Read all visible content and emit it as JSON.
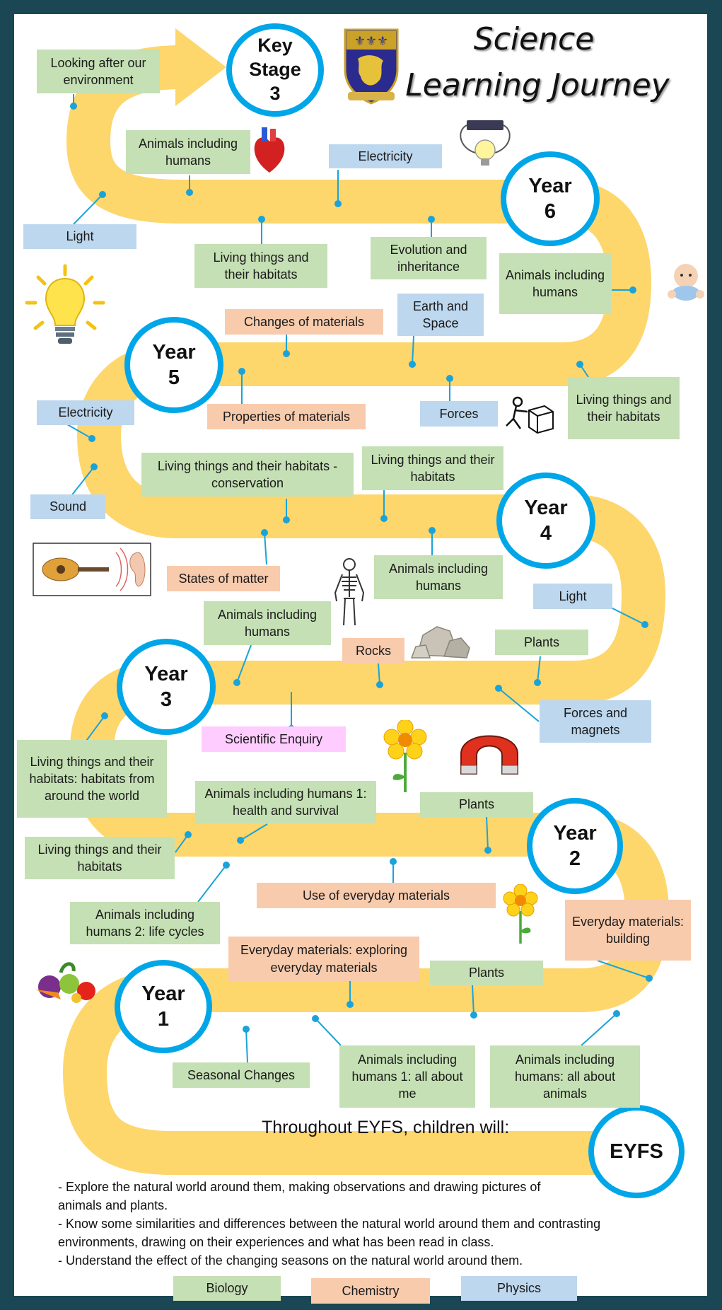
{
  "title": {
    "line1": "Science",
    "line2": "Learning Journey"
  },
  "circles": {
    "ks3": [
      "Key",
      "Stage",
      "3"
    ],
    "y6": [
      "Year",
      "6"
    ],
    "y5": [
      "Year",
      "5"
    ],
    "y4": [
      "Year",
      "4"
    ],
    "y3": [
      "Year",
      "3"
    ],
    "y2": [
      "Year",
      "2"
    ],
    "y1": [
      "Year",
      "1"
    ],
    "eyfs": "EYFS"
  },
  "topics": {
    "ks3_env": "Looking after our environment",
    "y6_animals_top": "Animals including humans",
    "y6_electricity": "Electricity",
    "y6_light": "Light",
    "y6_living": "Living things and their habitats",
    "y6_evolution": "Evolution and inheritance",
    "y6_animals_right": "Animals including humans",
    "y5_changes": "Changes of materials",
    "y5_earth": "Earth and Space",
    "y5_living_right": "Living things and their habitats",
    "y5_properties": "Properties of materials",
    "y5_forces": "Forces",
    "y4_electricity": "Electricity",
    "y4_sound": "Sound",
    "y4_living_cons": "Living things and their habitats - conservation",
    "y4_living": "Living things and their habitats",
    "y4_states": "States of matter",
    "y4_animals": "Animals including humans",
    "y3_light": "Light",
    "y3_animals": "Animals including humans",
    "y3_rocks": "Rocks",
    "y3_plants": "Plants",
    "y3_forces": "Forces and magnets",
    "y3_sci": "Scientific Enquiry",
    "y2_living_world": "Living things and their habitats: habitats from around the world",
    "y2_animals1": "Animals including humans 1: health and survival",
    "y2_plants": "Plants",
    "y2_living": "Living things and their habitats",
    "y2_use": "Use of everyday materials",
    "y2_animals2": "Animals including humans 2: life cycles",
    "y2_everyday": "Everyday materials: building",
    "y1_everyday": "Everyday materials: exploring everyday materials",
    "y1_plants": "Plants",
    "y1_seasonal": "Seasonal Changes",
    "y1_animals_me": "Animals including humans 1: all about me",
    "y1_animals_all": "Animals including humans: all about animals"
  },
  "eyfs": {
    "heading": "Throughout EYFS, children will:",
    "points": [
      "- Explore the natural world around them, making observations and drawing pictures of animals and plants.",
      "- Know some similarities and differences between the natural world around them and contrasting environments, drawing on their experiences and what has been read in class.",
      "- Understand the effect of the changing seasons on the natural world around them."
    ]
  },
  "legend": {
    "biology": "Biology",
    "chemistry": "Chemistry",
    "physics": "Physics"
  },
  "colors": {
    "biology": "#c5e0b4",
    "chemistry": "#f8cbad",
    "physics": "#bdd7ee",
    "enquiry": "#ffccff",
    "road": "#fdd66c",
    "ring": "#00a6e8",
    "frame": "#1b4653",
    "connector": "#1aa3d9"
  },
  "icons": [
    "crest-icon",
    "heart-icon",
    "circuit-icon",
    "baby-icon",
    "lightbulb-icon",
    "push-box-icon",
    "guitar-ear-icon",
    "skeleton-icon",
    "rocks-icon",
    "flower-icon",
    "magnet-icon",
    "vegetables-icon"
  ]
}
